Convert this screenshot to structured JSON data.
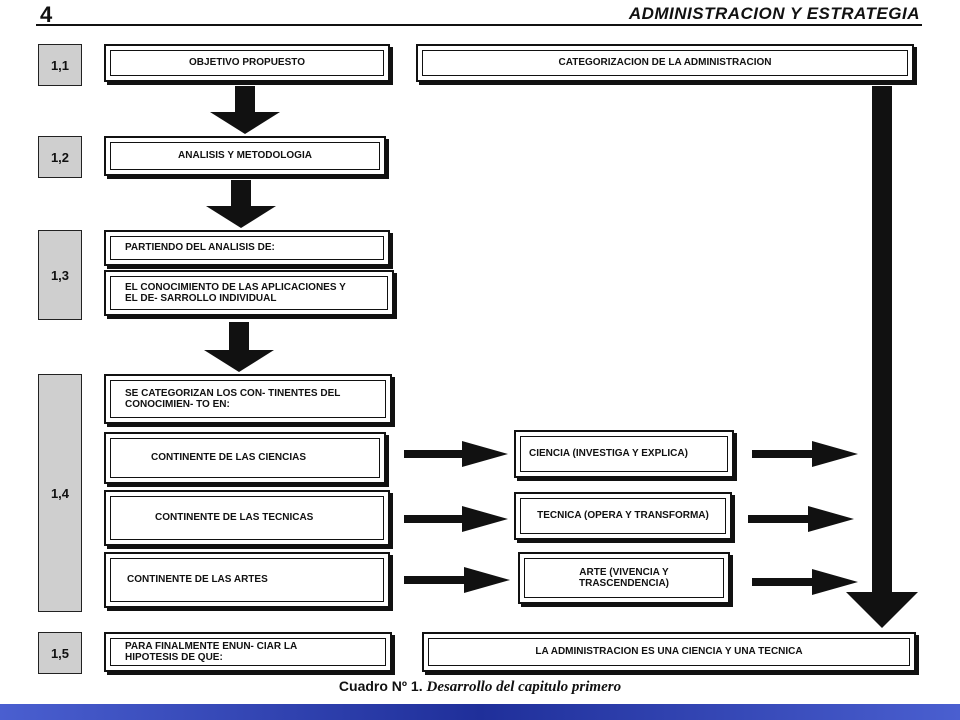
{
  "header": {
    "page_number": "4",
    "chapter_title": "ADMINISTRACION Y ESTRATEGIA"
  },
  "steps": {
    "s11": "1,1",
    "s12": "1,2",
    "s13": "1,3",
    "s14": "1,4",
    "s15": "1,5"
  },
  "boxes": {
    "objetivo": "OBJETIVO PROPUESTO",
    "categorizacion": "CATEGORIZACION DE LA ADMINISTRACION",
    "analisis": "ANALISIS Y METODOLOGIA",
    "partiendo": "PARTIENDO DEL ANALISIS DE:",
    "conocimiento": "EL CONOCIMIENTO DE LAS APLICACIONES Y EL DE- SARROLLO INDIVIDUAL",
    "categorizan": "SE CATEGORIZAN LOS CON- TINENTES DEL CONOCIMIEN- TO EN:",
    "cont_ciencias": "CONTINENTE DE LAS CIENCIAS",
    "cont_tecnicas": "CONTINENTE DE LAS TECNICAS",
    "cont_artes": "CONTINENTE DE LAS ARTES",
    "ciencia": "CIENCIA (INVESTIGA Y EXPLICA)",
    "tecnica": "TECNICA (OPERA Y TRANSFORMA)",
    "arte": "ARTE (VIVENCIA Y TRASCENDENCIA)",
    "finalmente": "PARA FINALMENTE ENUN- CIAR LA HIPOTESIS DE QUE:",
    "conclusion": "LA ADMINISTRACION ES UNA CIENCIA Y UNA TECNICA"
  },
  "caption": {
    "label": "Cuadro Nº 1.",
    "text": "Desarrollo del capitulo primero"
  },
  "colors": {
    "footer_band": "#2a3aa8"
  }
}
